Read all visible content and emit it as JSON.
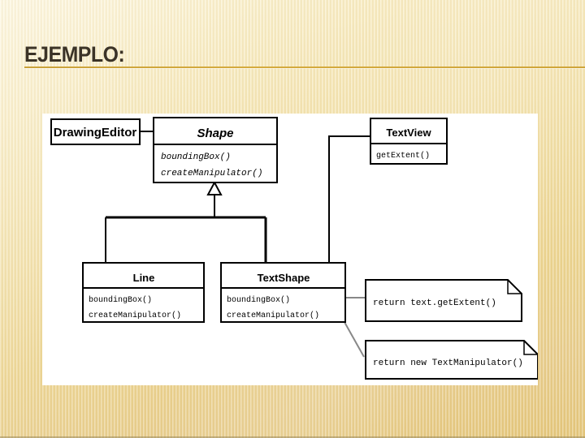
{
  "slide": {
    "title": "EJEMPLO:",
    "background_top_color": "#faf0cd",
    "background_bottom_color": "#e6c97f",
    "rule_color": "#c9a13a",
    "title_color": "#3b3327",
    "panel_color": "#ffffff"
  },
  "diagram": {
    "kind": "uml-class-diagram",
    "classes": [
      {
        "id": "drawing-editor",
        "name": "DrawingEditor",
        "abstract": false,
        "methods": []
      },
      {
        "id": "shape",
        "name": "Shape",
        "abstract": true,
        "methods": [
          "boundingBox()",
          "createManipulator()"
        ]
      },
      {
        "id": "text-view",
        "name": "TextView",
        "abstract": false,
        "methods": [
          "getExtent()"
        ]
      },
      {
        "id": "line",
        "name": "Line",
        "abstract": false,
        "methods": [
          "boundingBox()",
          "createManipulator()"
        ]
      },
      {
        "id": "text-shape",
        "name": "TextShape",
        "abstract": false,
        "methods": [
          "boundingBox()",
          "createManipulator()"
        ]
      }
    ],
    "notes": [
      {
        "id": "note-bounding-box",
        "text": "return text.getExtent()"
      },
      {
        "id": "note-create-manipulator",
        "text": "return new TextManipulator()"
      }
    ],
    "relations": [
      {
        "from": "drawing-editor",
        "to": "shape",
        "type": "association"
      },
      {
        "from": "line",
        "to": "shape",
        "type": "generalization"
      },
      {
        "from": "text-shape",
        "to": "shape",
        "type": "generalization"
      },
      {
        "from": "text-shape",
        "to": "text-view",
        "type": "association"
      },
      {
        "from": "text-shape.boundingBox()",
        "to": "note-bounding-box",
        "type": "note-anchor"
      },
      {
        "from": "text-shape.createManipulator()",
        "to": "note-create-manipulator",
        "type": "note-anchor"
      }
    ]
  }
}
